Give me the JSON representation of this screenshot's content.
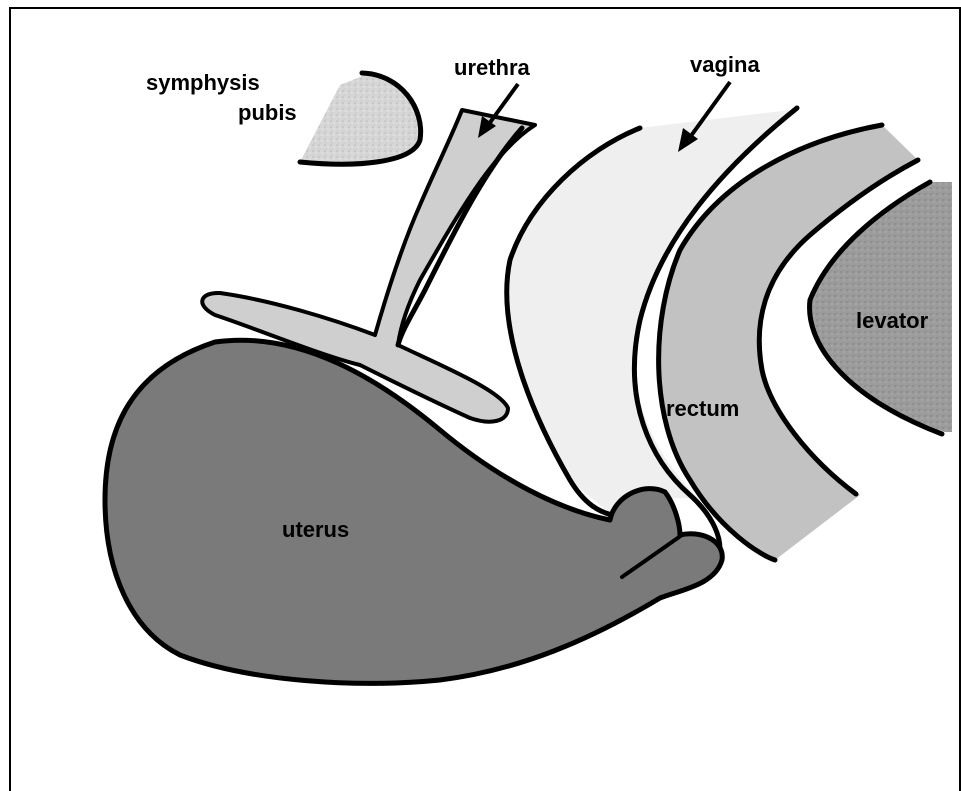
{
  "labels": {
    "symphysis_line1": "symphysis",
    "symphysis_line2": "pubis",
    "urethra": "urethra",
    "vagina": "vagina",
    "levator": "levator",
    "rectum": "rectum",
    "uterus": "uterus"
  },
  "colors": {
    "outline": "#000000",
    "uterus_fill": "#7a7a7a",
    "levator_fill": "#9a9a9a",
    "rectum_fill": "#c2c2c2",
    "bladder_fill": "#cfcfcf",
    "vagina_fill": "#efefef",
    "symphysis_fill": "#d8d8d8"
  }
}
